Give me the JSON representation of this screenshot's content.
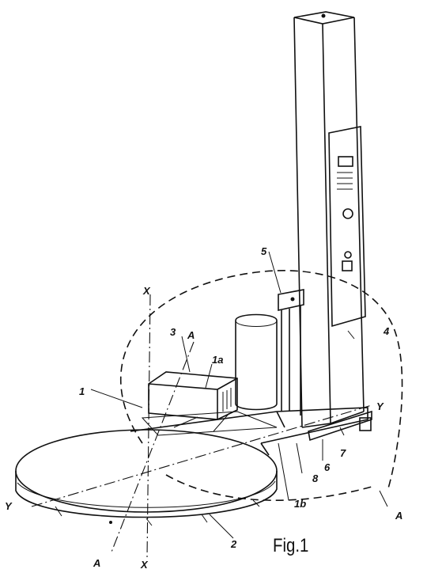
{
  "figure": {
    "caption": "Fig.1"
  },
  "labels": {
    "l1": "1",
    "l1a": "1a",
    "l1b": "1b",
    "l2": "2",
    "l3": "3",
    "l4": "4",
    "l5": "5",
    "l6": "6",
    "l7": "7",
    "l8": "8",
    "xTop": "X",
    "xBottom": "X",
    "yLeft": "Y",
    "yRight": "Y",
    "aTop": "A",
    "aBottomLeft": "A",
    "aBottomRight": "A"
  }
}
